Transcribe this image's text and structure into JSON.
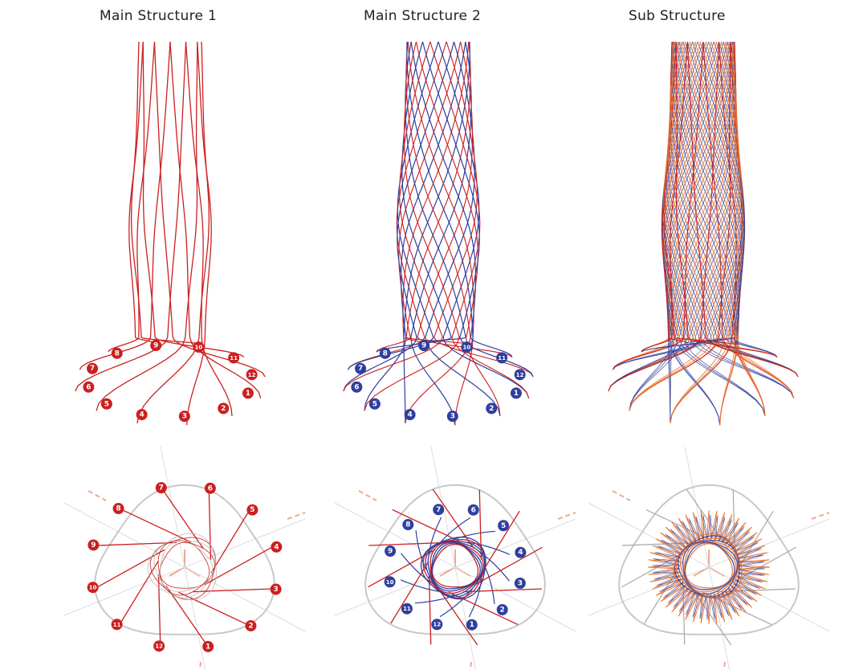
{
  "panels": [
    {
      "title": "Main Structure 1",
      "style": "red"
    },
    {
      "title": "Main Structure 2",
      "style": "blue"
    },
    {
      "title": "Sub Structure",
      "style": "mixed"
    }
  ],
  "colors": {
    "red": "#cc1f1f",
    "red_light": "#e8907f",
    "blue": "#2e3f9e",
    "orange": "#e8722f",
    "boundary": "#c8c8c8",
    "axis": "#f0a890",
    "axis_grey": "#d8dde2"
  },
  "members": {
    "count": 12,
    "labels": [
      "1",
      "2",
      "3",
      "4",
      "5",
      "6",
      "7",
      "8",
      "9",
      "10",
      "11",
      "12"
    ]
  }
}
